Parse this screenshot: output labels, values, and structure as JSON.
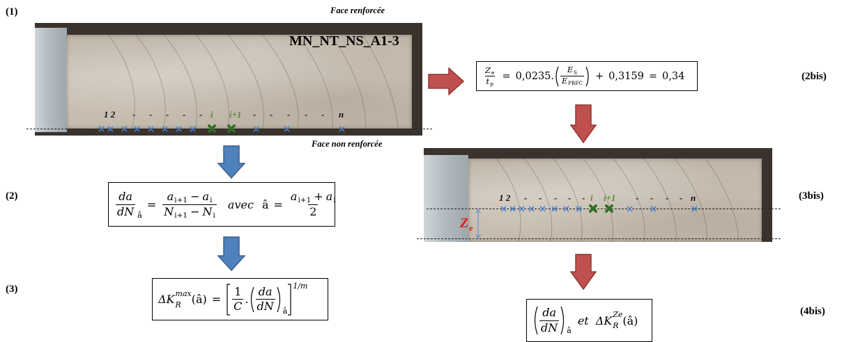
{
  "figure_labels": {
    "step_1": "(1)",
    "step_2": "(2)",
    "step_3": "(3)",
    "step_2bis": "(2bis)",
    "step_3bis": "(3bis)",
    "step_4bis": "(4bis)"
  },
  "specimen_main": {
    "face_top_label": "Face renforcée",
    "face_bottom_label": "Face non renforcée",
    "specimen_id": "MN_NT_NS_A1-3",
    "marker_labels": [
      "1 2",
      "-",
      "-",
      "-",
      "-",
      "-",
      "i",
      "i+1",
      "-",
      "-",
      "-",
      "-",
      "-",
      "n"
    ]
  },
  "specimen_3bis": {
    "marker_labels": [
      "1 2",
      "-",
      "-",
      "-",
      "-",
      "-",
      "i",
      "i+1",
      "-",
      "-",
      "-",
      "-",
      "n"
    ],
    "depth_symbol": "Z",
    "depth_subscript": "e"
  },
  "formula_2bis": {
    "lhs_num": "Z",
    "lhs_num_sub": "e",
    "lhs_den": "t",
    "lhs_den_sub": "p",
    "eq1": "=",
    "coef": "0,0235.",
    "ratio_num": "E",
    "ratio_num_sub": "S",
    "ratio_den": "E",
    "ratio_den_sub": "PRFC",
    "plus": "+",
    "const": "0,3159",
    "eq2": "=",
    "result": "0,34"
  },
  "formula_2": {
    "rate_num": "da",
    "rate_den": "dN",
    "rate_sub": "â",
    "eq1": "=",
    "num_a1": "a",
    "num_a1_sub": "i+1",
    "num_op": "−",
    "num_a2": "a",
    "num_a2_sub": "i",
    "den_n1": "N",
    "den_n1_sub": "i+1",
    "den_op": "−",
    "den_n2": "N",
    "den_n2_sub": "i",
    "avec": "avec",
    "hat": "â",
    "eq2": "=",
    "mean_a1": "a",
    "mean_a1_sub": "i+1",
    "mean_op": "+",
    "mean_a2": "a",
    "mean_a2_sub": "i",
    "mean_den": "2"
  },
  "formula_3": {
    "delta": "ΔK",
    "delta_sup": "max",
    "delta_sub": "R",
    "arg": "(â)",
    "eq": "=",
    "inv_num": "1",
    "inv_den": "C",
    "dot": ".",
    "rate_num": "da",
    "rate_den": "dN",
    "rate_sub": "â",
    "exponent": "1/m"
  },
  "formula_4bis": {
    "rate_num": "da",
    "rate_den": "dN",
    "rate_sub": "â",
    "et": "et",
    "delta": "ΔK",
    "delta_sup": "Ze",
    "delta_sub": "R",
    "arg": "(â)"
  },
  "colors": {
    "arrow_blue_fill": "#4f81bd",
    "arrow_blue_stroke": "#385d8a",
    "arrow_red_fill": "#c0504d",
    "arrow_red_stroke": "#8c3836",
    "marker_blue": "#4a7fd4",
    "marker_green": "#2f6f24",
    "label_green": "#5b8a2e",
    "depth_red": "#e31b1b",
    "depth_arrow": "#5b8fd6"
  },
  "icons": {
    "crack_marker": "cross-marker-icon"
  }
}
